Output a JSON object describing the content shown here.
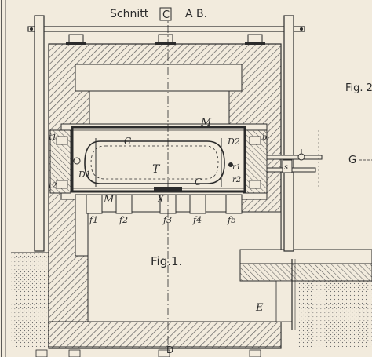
{
  "title": {
    "prefix": "Schnitt",
    "letter": "C",
    "section": "A B."
  },
  "side_labels": {
    "fig2": "Fig. 2",
    "g": "G"
  },
  "caption": "Fig.1.",
  "bottom_letter": "D",
  "labels": {
    "M_top": "M",
    "M_bottom": "M",
    "C_top": "C",
    "C_bottom": "C",
    "T": "T",
    "X": "X",
    "D1": "D1",
    "D2": "D2",
    "t1": "t1",
    "t2": "t2",
    "r1": "r1",
    "r2": "r2",
    "f1": "f1",
    "f2": "f2",
    "f3": "f3",
    "f4": "f4",
    "f5": "f5",
    "E": "E",
    "b": "b",
    "s": "s"
  },
  "colors": {
    "paper": "#f2ebdd",
    "ink": "#2b2b2b",
    "hatch": "#6a6a6a"
  }
}
